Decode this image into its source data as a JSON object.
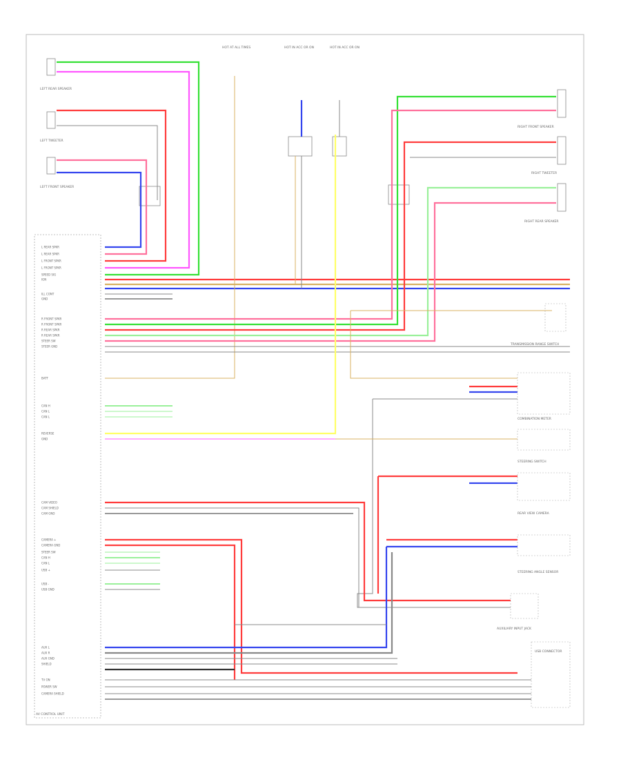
{
  "diagram": {
    "colors": {
      "red": "#ff3b3b",
      "pink": "#ff6f9b",
      "green": "#33e033",
      "ltgreen": "#99f099",
      "magenta": "#ff55ff",
      "blue": "#3344ee",
      "yellow": "#ffff66",
      "tan": "#d8b060",
      "gray": "#888888",
      "black": "#333333",
      "frame": "#bbbbbb"
    },
    "left_components": [
      {
        "name": "LEFT REAR SPEAKER",
        "wires": [
          "LT GRN",
          "PINK"
        ]
      },
      {
        "name": "LEFT TWEETER",
        "wires": [
          "RED",
          "GRY"
        ]
      },
      {
        "name": "LEFT FRONT SPEAKER",
        "wires": [
          "BLU",
          "PINK"
        ]
      }
    ],
    "right_components": [
      {
        "name": "RIGHT FRONT SPEAKER"
      },
      {
        "name": "RIGHT TWEETER"
      },
      {
        "name": "RIGHT REAR SPEAKER"
      }
    ],
    "right_modules": [
      {
        "name": "TRANSMISSION RANGE SWITCH"
      },
      {
        "name": "COMBINATION METER"
      },
      {
        "name": "STEERING SWITCH"
      },
      {
        "name": "REAR VIEW CAMERA"
      },
      {
        "name": "STEERING ANGLE SENSOR"
      },
      {
        "name": "AUXILIARY INPUT JACK"
      },
      {
        "name": "USB CONNECTOR"
      }
    ],
    "top_sources": [
      {
        "name": "HOT AT ALL TIMES"
      },
      {
        "name": "HOT IN ACC OR ON"
      },
      {
        "name": "HOT IN ACC OR ON"
      }
    ],
    "bottom_label": "AV CONTROL UNIT",
    "footer": "",
    "unit_pins": [
      "L REAR SPKR",
      "L REAR SPKR",
      "L FRONT SPKR",
      "L FRONT SPKR",
      "SPEED SIG",
      "IGN",
      "ILL CONT",
      "GND",
      "R FRONT SPKR",
      "R FRONT SPKR",
      "R REAR SPKR",
      "R REAR SPKR",
      "STEER SW",
      "STEER GND",
      "BATT",
      "CAN H",
      "CAN L",
      "CAN L",
      "REVERSE",
      "GND",
      "CAM VIDEO",
      "CAM SHIELD",
      "CAM GND",
      "CAMERA +",
      "CAMERA GND",
      "STEER SW",
      "CAN H",
      "CAN L",
      "USB +",
      "USB -",
      "USB GND",
      "AUX L",
      "AUX R",
      "AUX GND",
      "SHIELD",
      "TV ON",
      "POWER SW",
      "CAMERA SHIELD"
    ]
  }
}
